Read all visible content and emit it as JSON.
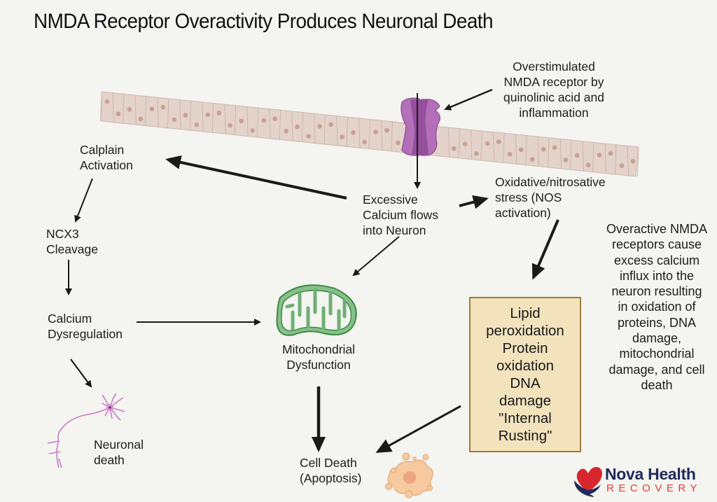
{
  "title": "NMDA Receptor Overactivity Produces Neuronal Death",
  "labels": {
    "receptor_note": "Overstimulated\nNMDA receptor by\nquinolinic acid and\ninflammation",
    "calplain": "Calplain\nActivation",
    "excessive_calcium": "Excessive\nCalcium flows\ninto Neuron",
    "oxidative_stress": "Oxidative/nitrosative\nstress (NOS\nactivation)",
    "ncx3": "NCX3\nCleavage",
    "calcium_dysregulation": "Calcium\nDysregulation",
    "mito_dysfunction": "Mitochondrial\nDysfunction",
    "neuronal_death": "Neuronal\ndeath",
    "cell_death": "Cell Death\n(Apoptosis)",
    "summary": "Overactive NMDA\nreceptors cause\nexcess calcium\ninflux into the\nneuron  resulting\nin oxidation of\nproteins, DNA\ndamage,\nmitochondrial\ndamage, and cell\ndeath"
  },
  "damage_box": {
    "lines": [
      "Lipid",
      "peroxidation",
      "Protein",
      "oxidation",
      "DNA",
      "damage",
      "\"Internal",
      "Rusting\""
    ]
  },
  "icons": {
    "membrane": "cell-membrane-icon",
    "receptor": "nmda-receptor-icon",
    "mitochondrion": "mitochondrion-icon",
    "neuron": "neuron-icon",
    "apoptotic_cell": "apoptotic-cell-icon",
    "logo": "heart-hand-logo-icon"
  },
  "logo": {
    "name": "Nova Health",
    "sub": "RECOVERY"
  },
  "colors": {
    "background": "#f4f4f0",
    "membrane_fill": "#e3d3ca",
    "membrane_dot": "#c9a092",
    "receptor_purple": "#a862ad",
    "mitochondria_green": "#4e9a52",
    "damage_box_fill": "#f2e3bd",
    "damage_box_border": "#a07c3c",
    "logo_navy": "#1f2a5a",
    "logo_red": "#e23b3b"
  }
}
